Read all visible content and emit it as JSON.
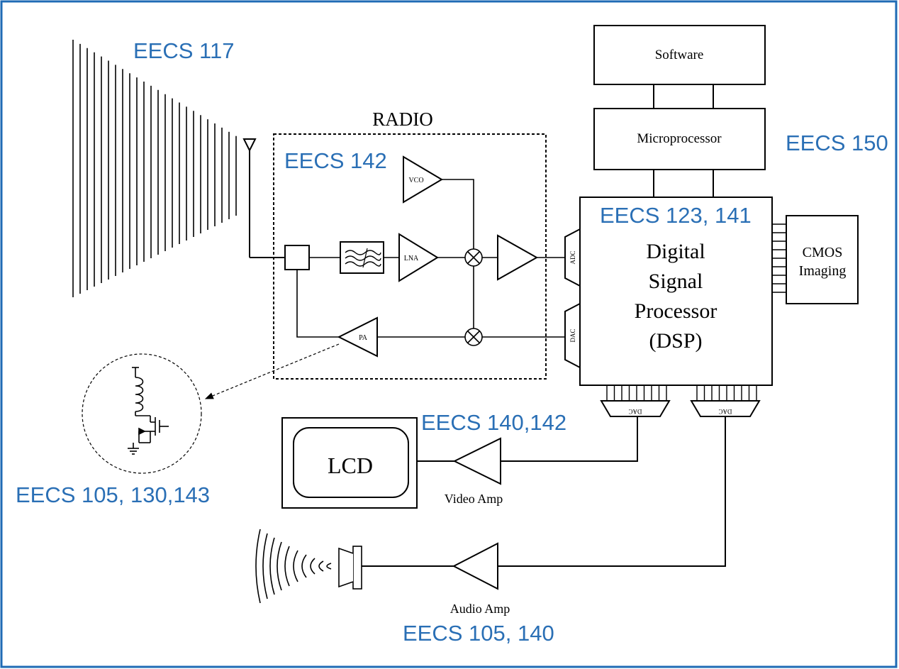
{
  "colors": {
    "frame": "#1f6bb5",
    "course": "#2a6fb5",
    "line": "#000000"
  },
  "courses": {
    "antenna": "EECS 117",
    "radio": "EECS 142",
    "microprocessor": "EECS 150",
    "dsp": "EECS 123, 141",
    "lcd": "EECS 140,142",
    "pa_circuit": "EECS 105, 130,143",
    "audio": "EECS 105, 140"
  },
  "blocks": {
    "radio_title": "RADIO",
    "software": "Software",
    "microprocessor": "Microprocessor",
    "dsp_lines": [
      "Digital",
      "Signal",
      "Processor",
      "(DSP)"
    ],
    "cmos_lines": [
      "CMOS",
      "Imaging"
    ],
    "lcd": "LCD",
    "video_amp": "Video Amp",
    "audio_amp": "Audio Amp",
    "vco": "VCO",
    "lna": "LNA",
    "pa": "PA",
    "adc": "ADC",
    "dac": "DAC"
  },
  "icons": [
    "antenna-icon",
    "filter-icon",
    "mixer-icon",
    "speaker-icon",
    "inductor-icon",
    "transistor-icon",
    "ground-icon"
  ]
}
